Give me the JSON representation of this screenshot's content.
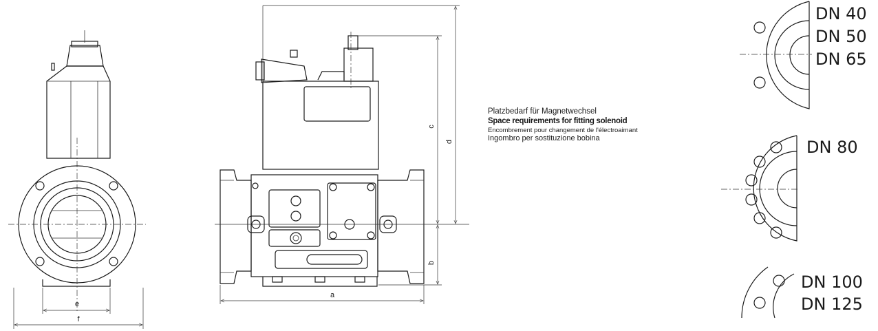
{
  "dimensions": {
    "a": "a",
    "b": "b",
    "c": "c",
    "d": "d",
    "e": "e",
    "f": "f"
  },
  "note": {
    "de": "Platzbedarf für Magnetwechsel",
    "en": "Space requirements for fitting solenoid",
    "fr": "Encombrement pour changement de l'électroaimant",
    "it": "Ingombro per sostituzione bobina"
  },
  "flanges": [
    {
      "labels": [
        "DN 40",
        "DN 50",
        "DN 65"
      ]
    },
    {
      "labels": [
        "DN 80"
      ]
    },
    {
      "labels": [
        "DN 100",
        "DN 125"
      ]
    }
  ]
}
